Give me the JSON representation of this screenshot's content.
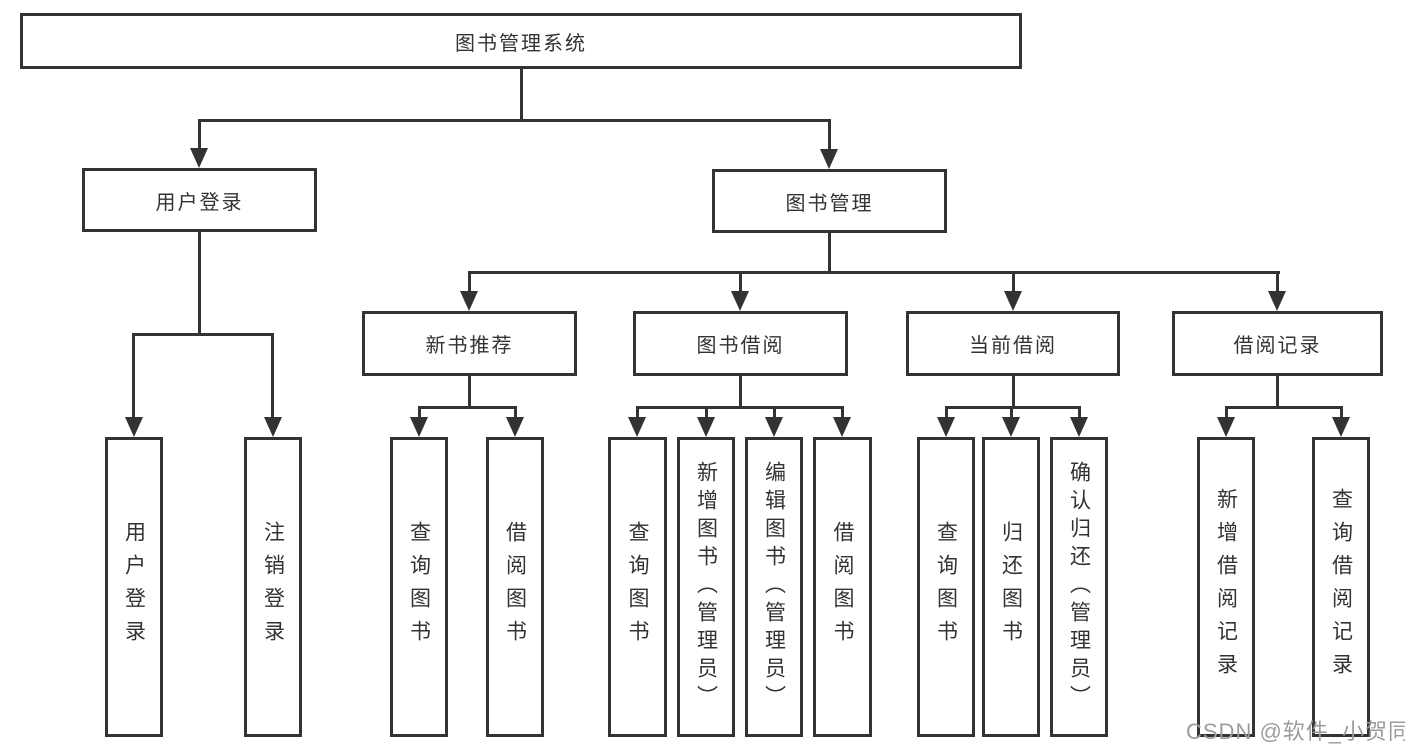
{
  "diagram": {
    "root": "图书管理系统",
    "branches": [
      {
        "label": "用户登录",
        "children": [
          "用户登录",
          "注销登录"
        ]
      },
      {
        "label": "图书管理",
        "groups": [
          {
            "label": "新书推荐",
            "children": [
              "查询图书",
              "借阅图书"
            ]
          },
          {
            "label": "图书借阅",
            "children": [
              "查询图书",
              "新增图书（管理员）",
              "编辑图书（管理员）",
              "借阅图书"
            ]
          },
          {
            "label": "当前借阅",
            "children": [
              "查询图书",
              "归还图书",
              "确认归还（管理员）"
            ]
          },
          {
            "label": "借阅记录",
            "children": [
              "新增借阅记录",
              "查询借阅记录"
            ]
          }
        ]
      }
    ]
  },
  "watermark": "CSDN @软件_小贺同学",
  "colors": {
    "line": "#333333",
    "text": "#333333",
    "watermark": "#9c9c9c",
    "background": "#ffffff"
  }
}
